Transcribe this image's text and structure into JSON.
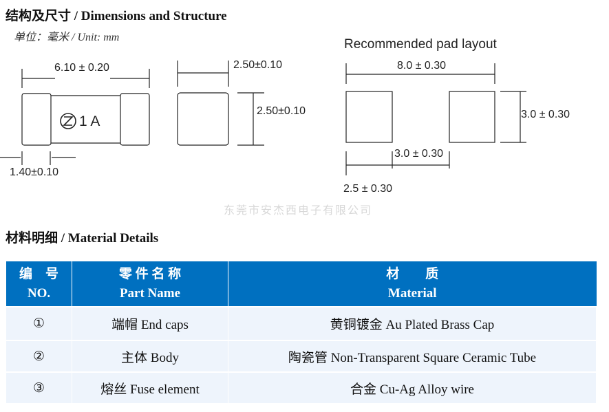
{
  "section1": {
    "title": "结构及尺寸  / Dimensions and Structure",
    "unit": "单位：毫米 / Unit: mm"
  },
  "diagram": {
    "length": "6.10 ± 0.20",
    "cap_length": "1.40±0.10",
    "marking": "1 A",
    "width": "2.50±0.10",
    "height": "2.50±0.10"
  },
  "pad": {
    "title": "Recommended pad layout",
    "total": "8.0 ± 0.30",
    "height": "3.0 ± 0.30",
    "gap": "3.0 ± 0.30",
    "pad_width": "2.5 ± 0.30"
  },
  "watermark": "东莞市安杰西电子有限公司",
  "section2": {
    "title": "材料明细  / Material Details"
  },
  "table": {
    "headers": [
      {
        "cn": "编　号",
        "en": "NO."
      },
      {
        "cn": "零 件 名 称",
        "en": "Part Name"
      },
      {
        "cn": "材　　质",
        "en": "Material"
      }
    ],
    "rows": [
      {
        "no": "①",
        "part": "端帽 End caps",
        "material": "黄铜镀金 Au Plated Brass Cap"
      },
      {
        "no": "②",
        "part": "主体 Body",
        "material": "陶瓷管 Non-Transparent Square Ceramic Tube"
      },
      {
        "no": "③",
        "part": "熔丝 Fuse element",
        "material": "合金 Cu-Ag Alloy wire"
      }
    ]
  }
}
